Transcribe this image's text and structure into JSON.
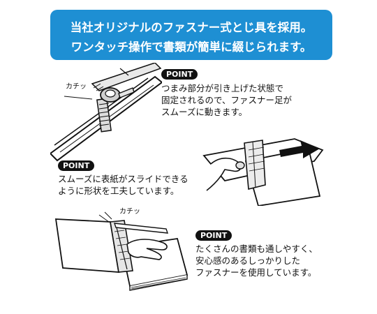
{
  "banner": {
    "line1": "当社オリジナルのファスナー式とじ具を採用。",
    "line2": "ワンタッチ操作で書類が簡単に綴じられます。",
    "color": "#1e8fd3"
  },
  "points": [
    {
      "badge": "POINT",
      "lines": [
        "つまみ部分が引き上げた状態で",
        "固定されるので、ファスナー足が",
        "スムーズに動きます。"
      ]
    },
    {
      "badge": "POINT",
      "lines": [
        "スムーズに表紙がスライドできる",
        "ように形状を工夫しています。"
      ]
    },
    {
      "badge": "POINT",
      "lines": [
        "たくさんの書類も通しやすく、",
        "安心感のあるしっかりした",
        "ファスナーを使用しています。"
      ]
    }
  ],
  "sound_labels": {
    "top": "カチッ",
    "bottom": "カチッ"
  }
}
